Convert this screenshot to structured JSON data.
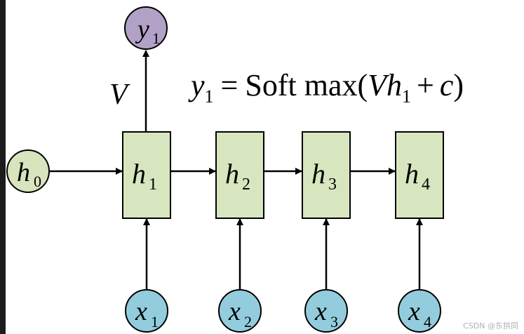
{
  "colors": {
    "box_fill": "#d8e6bf",
    "h0_fill": "#d7e4bd",
    "x_fill": "#93cddd",
    "y_fill": "#b2a1c7",
    "stroke": "#000000"
  },
  "nodes": {
    "h0": {
      "var": "h",
      "sub": "0"
    },
    "y1": {
      "var": "y",
      "sub": "1"
    },
    "boxes": [
      {
        "var": "h",
        "sub": "1"
      },
      {
        "var": "h",
        "sub": "2"
      },
      {
        "var": "h",
        "sub": "3"
      },
      {
        "var": "h",
        "sub": "4"
      }
    ],
    "inputs": [
      {
        "var": "x",
        "sub": "1"
      },
      {
        "var": "x",
        "sub": "2"
      },
      {
        "var": "x",
        "sub": "3"
      },
      {
        "var": "x",
        "sub": "4"
      }
    ]
  },
  "edge_labels": {
    "V": "V"
  },
  "formula": {
    "lhs_var": "y",
    "lhs_sub": "1",
    "eq": "=",
    "func": "Soft max(",
    "v": "V",
    "h": "h",
    "h_sub": "1",
    "plus": "+",
    "c": "c",
    "close": ")"
  },
  "watermark": "CSDN @东拱同"
}
